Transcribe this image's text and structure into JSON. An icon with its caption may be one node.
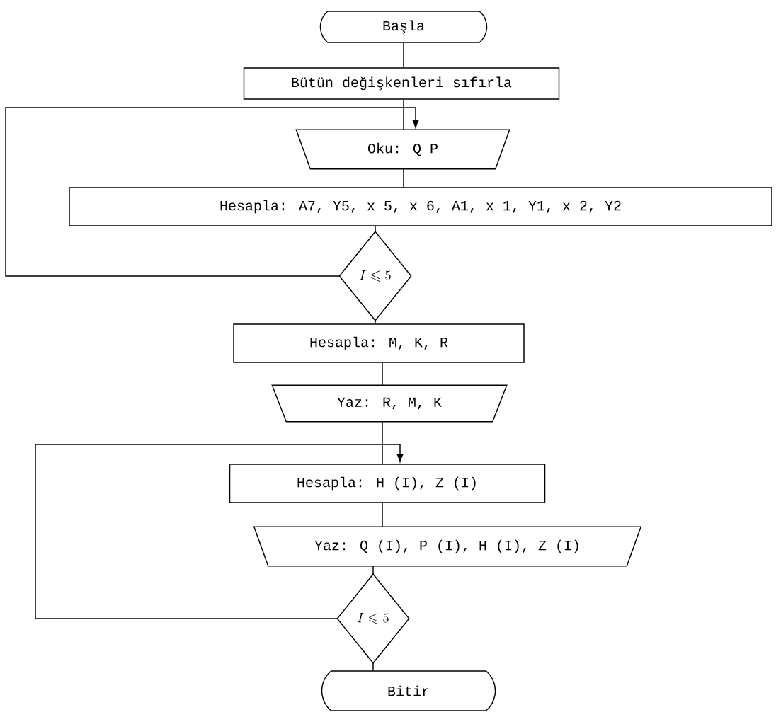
{
  "diagram": {
    "nodes": [
      {
        "text": [
          "Başla"
        ]
      },
      {
        "text": [
          "Bütün değişkenleri sıfırla"
        ]
      },
      {
        "text": [
          "Oku: Q P"
        ]
      },
      {
        "text": [
          "Hesapla: A7, Y5, x 5, x 6, A1, x 1, Y1, x 2, Y2"
        ]
      },
      {
        "text": [
          "I \\leqslant 5"
        ]
      },
      {
        "text": [
          "Hesapla: M, K, R"
        ]
      },
      {
        "text": [
          "Yaz: R, M, K"
        ]
      },
      {
        "text": [
          "Hesapla: H (I), Z (I)"
        ]
      },
      {
        "text": [
          "Yaz: Q (I), P (I), H (I), Z (I)"
        ]
      },
      {
        "text": [
          "I \\leqslant 5"
        ]
      },
      {
        "text": [
          "Bitir"
        ]
      }
    ],
    "edges": [
      {
        "from": 0,
        "to": 1,
        "arrow": "none"
      },
      {
        "from": 1,
        "to": 2,
        "arrow": "none"
      },
      {
        "from": 2,
        "to": 3,
        "arrow": "none"
      },
      {
        "from": 3,
        "to": 4,
        "arrow": "none"
      },
      {
        "from": 4,
        "to": 2,
        "arrow": "to"
      },
      {
        "from": 4,
        "to": 5,
        "arrow": "none"
      },
      {
        "from": 5,
        "to": 6,
        "arrow": "none"
      },
      {
        "from": 6,
        "to": 7,
        "arrow": "none"
      },
      {
        "from": 7,
        "to": 8,
        "arrow": "none"
      },
      {
        "from": 8,
        "to": 9,
        "arrow": "none"
      },
      {
        "from": 9,
        "to": 7,
        "arrow": "to"
      },
      {
        "from": 9,
        "to": 10,
        "arrow": "none"
      }
    ]
  }
}
